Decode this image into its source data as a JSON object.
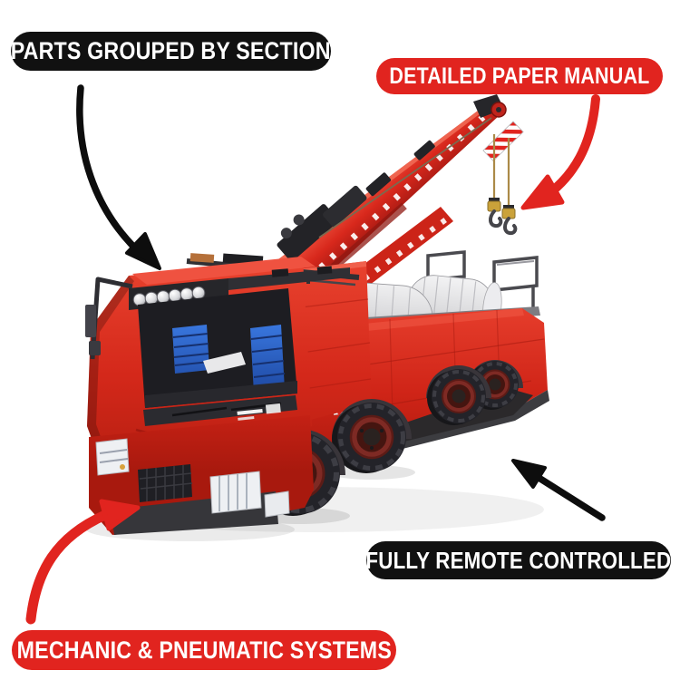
{
  "page": {
    "background": "#ffffff",
    "accent_red": "#e1241f",
    "accent_black": "#111111"
  },
  "badges": {
    "top_left": {
      "label": "PARTS GROUPED BY SECTION",
      "bg": "#111111",
      "fg": "#ffffff"
    },
    "top_right": {
      "label": "DETAILED PAPER MANUAL",
      "bg": "#e1241f",
      "fg": "#ffffff"
    },
    "bottom_right": {
      "label": "FULLY REMOTE CONTROLLED",
      "bg": "#111111",
      "fg": "#ffffff"
    },
    "bottom_left": {
      "label": "MECHANIC & PNEUMATIC SYSTEMS",
      "bg": "#e1241f",
      "fg": "#ffffff"
    }
  },
  "arrows": [
    {
      "name": "arrow-parts-grouped",
      "color": "#0d0d0d",
      "points_to": "truck cab roof"
    },
    {
      "name": "arrow-paper-manual",
      "color": "#e1241f",
      "points_to": "crane hooks"
    },
    {
      "name": "arrow-remote-controlled",
      "color": "#0d0d0d",
      "points_to": "truck rear body"
    },
    {
      "name": "arrow-pneumatic-systems",
      "color": "#e1241f",
      "points_to": "truck front bumper"
    }
  ],
  "illustration": {
    "subject": "red tow-truck crane building-block model",
    "palette": {
      "truck_red": "#d9291c",
      "dark_parts": "#2a2a2e",
      "tank_silver": "#dcdcde",
      "cable_gold": "#ab8a48",
      "seat_blue": "#2f6bd8",
      "tire_black": "#232329",
      "rim_maroon": "#7e2a24"
    }
  }
}
